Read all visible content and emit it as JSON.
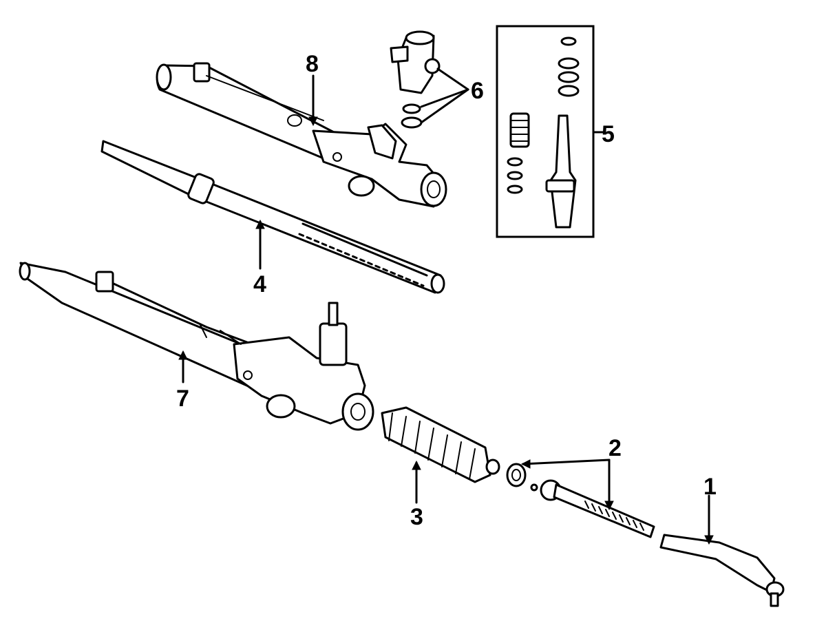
{
  "diagram": {
    "callouts": [
      {
        "id": "1",
        "text": "1"
      },
      {
        "id": "2",
        "text": "2"
      },
      {
        "id": "3",
        "text": "3"
      },
      {
        "id": "4",
        "text": "4"
      },
      {
        "id": "5",
        "text": "5"
      },
      {
        "id": "6",
        "text": "6"
      },
      {
        "id": "7",
        "text": "7"
      },
      {
        "id": "8",
        "text": "8"
      }
    ],
    "parts": [
      {
        "name": "outer-tie-rod-end",
        "callout": "1"
      },
      {
        "name": "inner-tie-rod",
        "callout": "2"
      },
      {
        "name": "boot",
        "callout": "3"
      },
      {
        "name": "rack",
        "callout": "4"
      },
      {
        "name": "pinion-valve-kit",
        "callout": "5"
      },
      {
        "name": "pinion-housing-seal",
        "callout": "6"
      },
      {
        "name": "rack-and-pinion-assembly",
        "callout": "7"
      },
      {
        "name": "housing",
        "callout": "8"
      }
    ],
    "style": {
      "line_color": "#000000",
      "background": "#ffffff"
    }
  }
}
